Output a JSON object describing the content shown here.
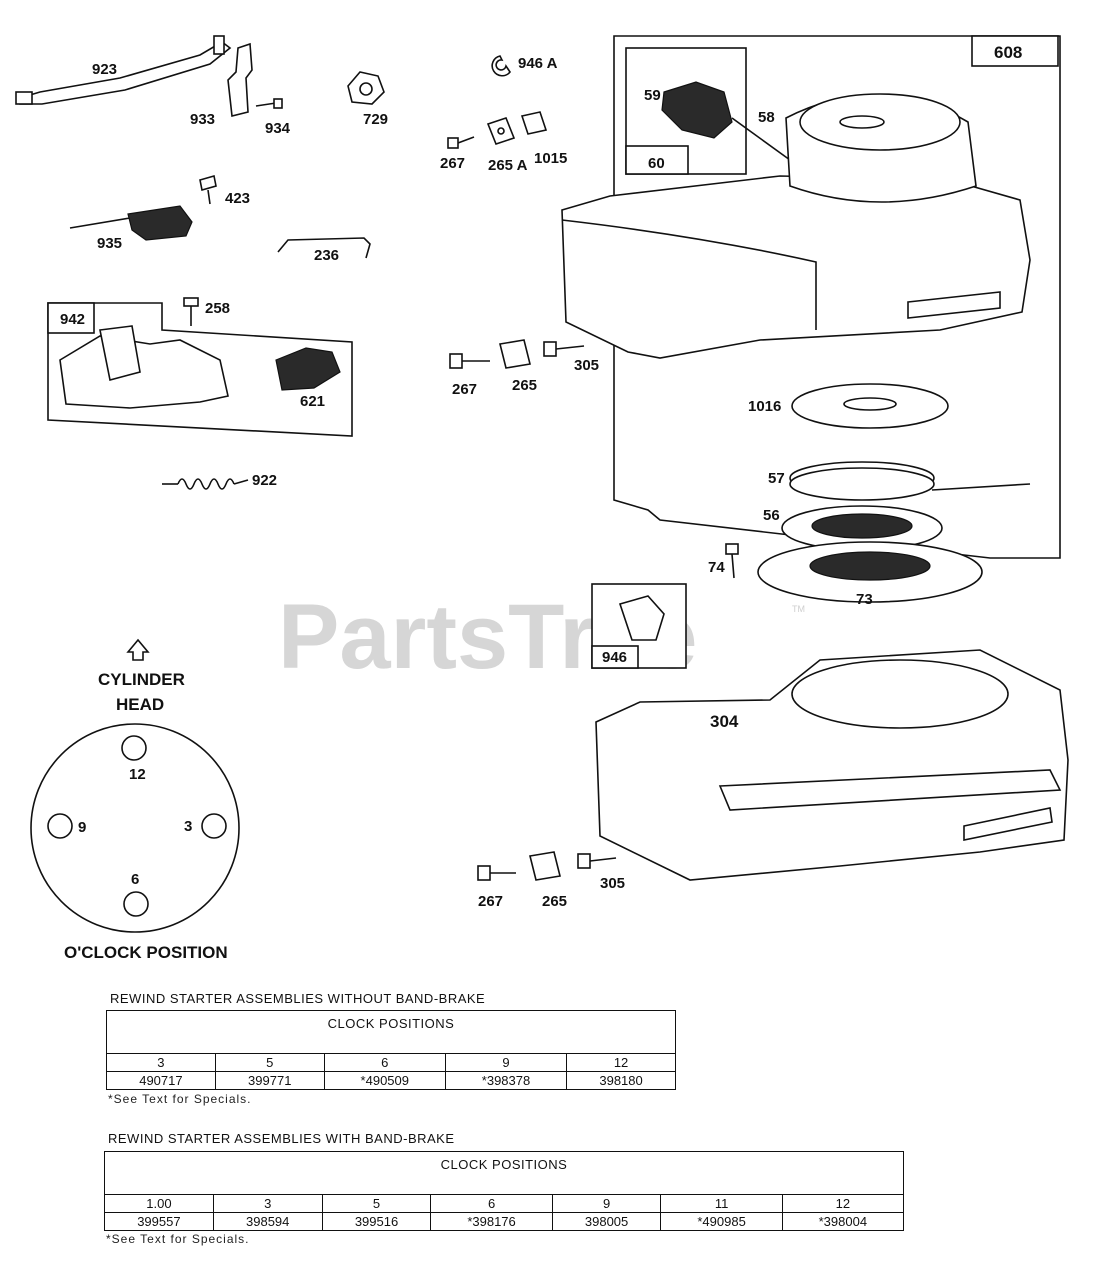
{
  "diagram": {
    "watermark": "PartsTree",
    "watermark_tm": "TM",
    "callouts": {
      "c923": "923",
      "c933": "933",
      "c934": "934",
      "c729": "729",
      "c946a": "946 A",
      "c267a": "267",
      "c265a": "265 A",
      "c1015": "1015",
      "c423": "423",
      "c935": "935",
      "c236": "236",
      "c942": "942",
      "c258": "258",
      "c621": "621",
      "c922": "922",
      "c608": "608",
      "c59": "59",
      "c58": "58",
      "c60": "60",
      "c267b": "267",
      "c265b": "265",
      "c305a": "305",
      "c1016": "1016",
      "c57": "57",
      "c56": "56",
      "c74": "74",
      "c73": "73",
      "c946": "946",
      "c304": "304",
      "c267c": "267",
      "c265c": "265",
      "c305b": "305"
    },
    "clock": {
      "title_line1": "CYLINDER",
      "title_line2": "HEAD",
      "p12": "12",
      "p9": "9",
      "p3": "3",
      "p6": "6",
      "caption": "O'CLOCK POSITION"
    }
  },
  "tables": [
    {
      "title": "REWIND STARTER ASSEMBLIES WITHOUT BAND-BRAKE",
      "header": "CLOCK POSITIONS",
      "positions": [
        "3",
        "5",
        "6",
        "9",
        "12"
      ],
      "parts": [
        "490717",
        "399771",
        "*490509",
        "*398378",
        "398180"
      ],
      "note": "*See Text for Specials."
    },
    {
      "title": "REWIND STARTER ASSEMBLIES WITH BAND-BRAKE",
      "header": "CLOCK POSITIONS",
      "positions": [
        "1.00",
        "3",
        "5",
        "6",
        "9",
        "11",
        "12"
      ],
      "parts": [
        "399557",
        "398594",
        "399516",
        "*398176",
        "398005",
        "*490985",
        "*398004"
      ],
      "note": "*See Text for Specials."
    }
  ]
}
